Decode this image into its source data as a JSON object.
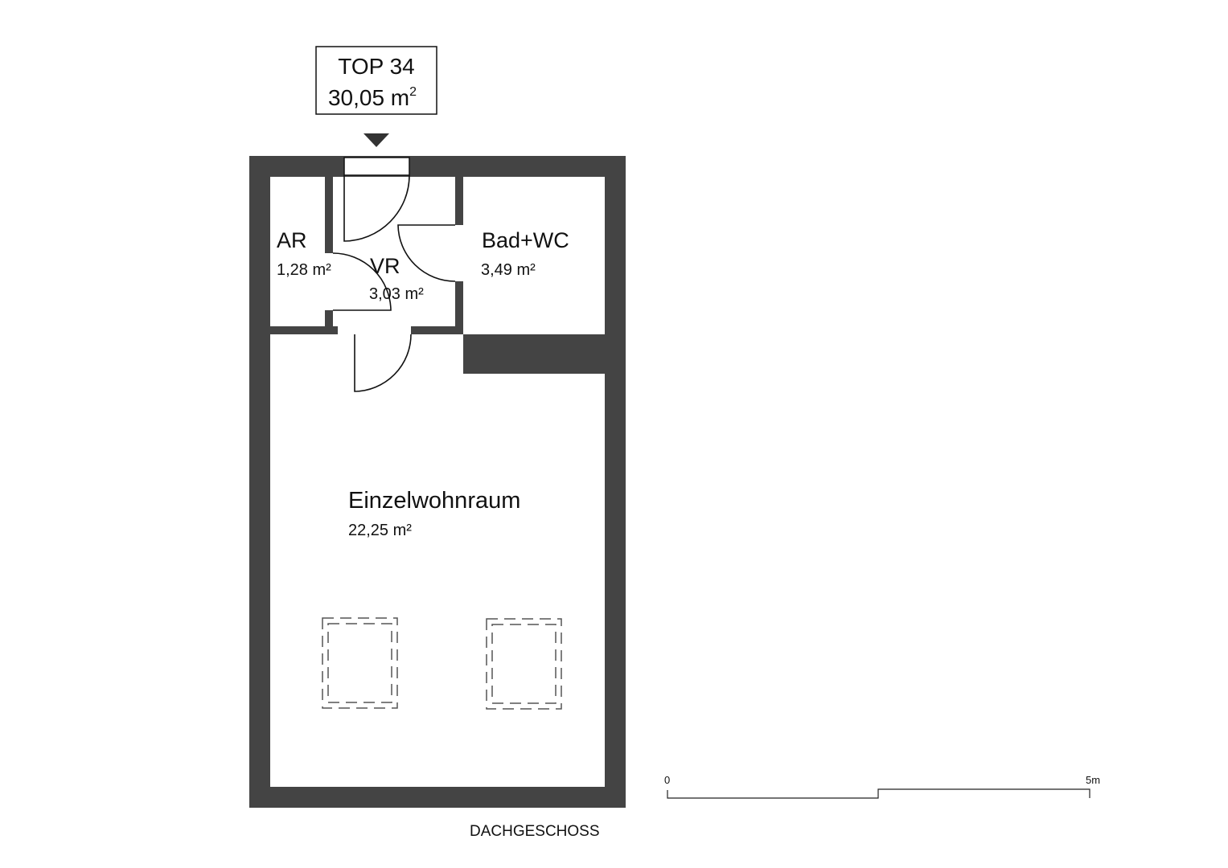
{
  "unit": {
    "name": "TOP 34",
    "area": "30,05 m",
    "area_sup": "2"
  },
  "rooms": [
    {
      "name": "AR",
      "area": "1,28 m²"
    },
    {
      "name": "VR",
      "area": "3,03 m²"
    },
    {
      "name": "Bad+WC",
      "area": "3,49 m²"
    },
    {
      "name": "Einzelwohnraum",
      "area": "22,25 m²"
    }
  ],
  "scale": {
    "start": "0",
    "end": "5m"
  },
  "floor": "DACHGESCHOSS",
  "colors": {
    "wall": "#444444",
    "line": "#111111"
  }
}
